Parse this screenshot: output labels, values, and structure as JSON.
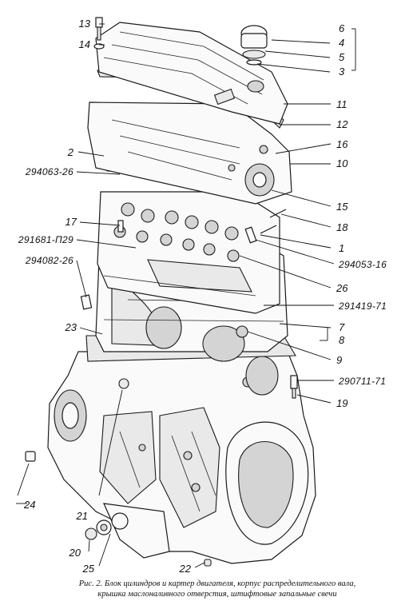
{
  "caption": {
    "line1": "Рис. 2. Блок цилиндров и картер двигателя, корпус распределительного вала,",
    "line2": "крышка маслоналивного отверстия, штифтовые запальные свечи"
  },
  "callouts": {
    "n1": "1",
    "n2": "2",
    "n3": "3",
    "n4": "4",
    "n5": "5",
    "n6": "6",
    "n7": "7",
    "n8": "8",
    "n9": "9",
    "n10": "10",
    "n11": "11",
    "n12": "12",
    "n13": "13",
    "n14": "14",
    "n15": "15",
    "n16": "16",
    "n17": "17",
    "n18": "18",
    "n19": "19",
    "n20": "20",
    "n21": "21",
    "n22": "22",
    "n23": "23",
    "n24": "24",
    "n25": "25",
    "n26": "26",
    "c294063": "294063-26",
    "c291681": "291681-П29",
    "c294082": "294082-26",
    "c294053": "294053-16",
    "c291419": "291419-71",
    "c290711": "290711-71"
  }
}
